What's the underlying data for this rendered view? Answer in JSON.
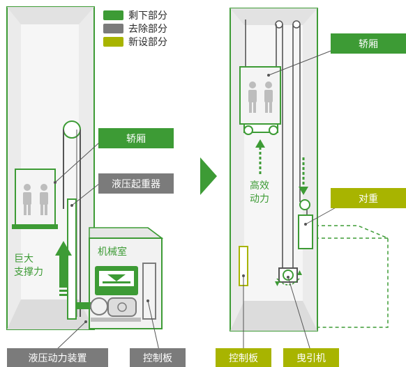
{
  "legend": [
    {
      "label": "剩下部分",
      "color": "#3d9b35"
    },
    {
      "label": "去除部分",
      "color": "#7b7b7b"
    },
    {
      "label": "新设部分",
      "color": "#a8b400"
    }
  ],
  "left": {
    "car_label": "轿厢",
    "jack_label": "液压起重器",
    "machine_room_label": "机械室",
    "force_label_1": "巨大",
    "force_label_2": "支撑力",
    "power_unit_label": "液压动力装置",
    "control_panel_label": "控制板"
  },
  "right": {
    "car_label": "轿厢",
    "counterweight_label": "对重",
    "power_label_1": "高效",
    "power_label_2": "动力",
    "control_panel_label": "控制板",
    "traction_label": "曳引机"
  },
  "colors": {
    "green": "#3d9b35",
    "gray": "#7b7b7b",
    "olive": "#a8b400",
    "shaft_bg": "#ebebeb"
  }
}
